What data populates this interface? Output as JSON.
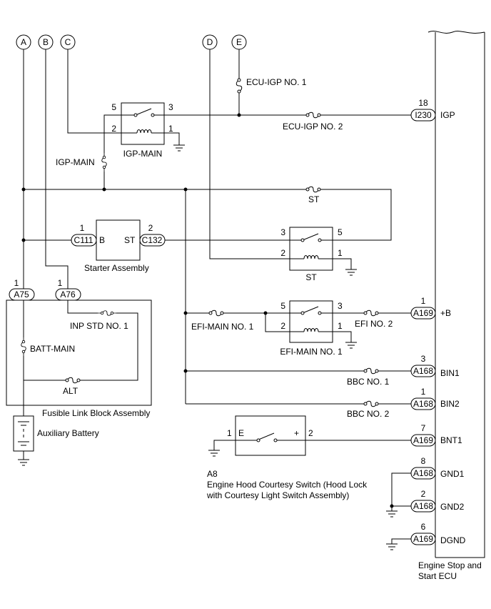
{
  "connectors_top": [
    "A",
    "B",
    "C",
    "D",
    "E"
  ],
  "igp_main_relay": {
    "name": "IGP-MAIN",
    "pins": [
      "5",
      "3",
      "2",
      "1"
    ]
  },
  "fuses": {
    "ecu_igp1": "ECU-IGP NO. 1",
    "ecu_igp2": "ECU-IGP NO. 2",
    "igp_main": "IGP-MAIN",
    "st": "ST",
    "efi_main1": "EFI-MAIN NO. 1",
    "efi2": "EFI NO. 2",
    "bbc1": "BBC NO. 1",
    "bbc2": "BBC NO. 2",
    "inp_std1": "INP STD NO. 1",
    "batt_main": "BATT-MAIN",
    "alt": "ALT"
  },
  "starter": {
    "name": "Starter Assembly",
    "pin_b": "1",
    "conn_b": "C111",
    "term_b": "B",
    "pin_st": "2",
    "conn_st": "C132",
    "term_st": "ST"
  },
  "st_relay": {
    "name": "ST",
    "pins": [
      "3",
      "5",
      "2",
      "1"
    ]
  },
  "efi_relay": {
    "name": "EFI-MAIN NO. 1",
    "pins": [
      "5",
      "3",
      "2",
      "1"
    ]
  },
  "fusible_block": {
    "name": "Fusible Link Block Assembly",
    "pin1": "1",
    "conn1": "A75",
    "pin2": "1",
    "conn2": "A76"
  },
  "battery": {
    "name": "Auxiliary Battery"
  },
  "hood_switch": {
    "id": "A8",
    "name_lines": [
      "Engine Hood Courtesy Switch (Hood Lock",
      "with Courtesy Light Switch Assembly)"
    ],
    "pin_e": "1",
    "term_e": "E",
    "pin_plus": "2",
    "term_plus": "+"
  },
  "ecu": {
    "name_lines": [
      "Engine Stop and",
      "Start ECU"
    ],
    "terminals": [
      {
        "pin": "18",
        "conn": "I230",
        "label": "IGP"
      },
      {
        "pin": "1",
        "conn": "A169",
        "label": "+B"
      },
      {
        "pin": "3",
        "conn": "A168",
        "label": "BIN1"
      },
      {
        "pin": "1",
        "conn": "A168",
        "label": "BIN2"
      },
      {
        "pin": "7",
        "conn": "A169",
        "label": "BNT1"
      },
      {
        "pin": "8",
        "conn": "A168",
        "label": "GND1"
      },
      {
        "pin": "2",
        "conn": "A168",
        "label": "GND2"
      },
      {
        "pin": "6",
        "conn": "A169",
        "label": "DGND"
      }
    ]
  }
}
